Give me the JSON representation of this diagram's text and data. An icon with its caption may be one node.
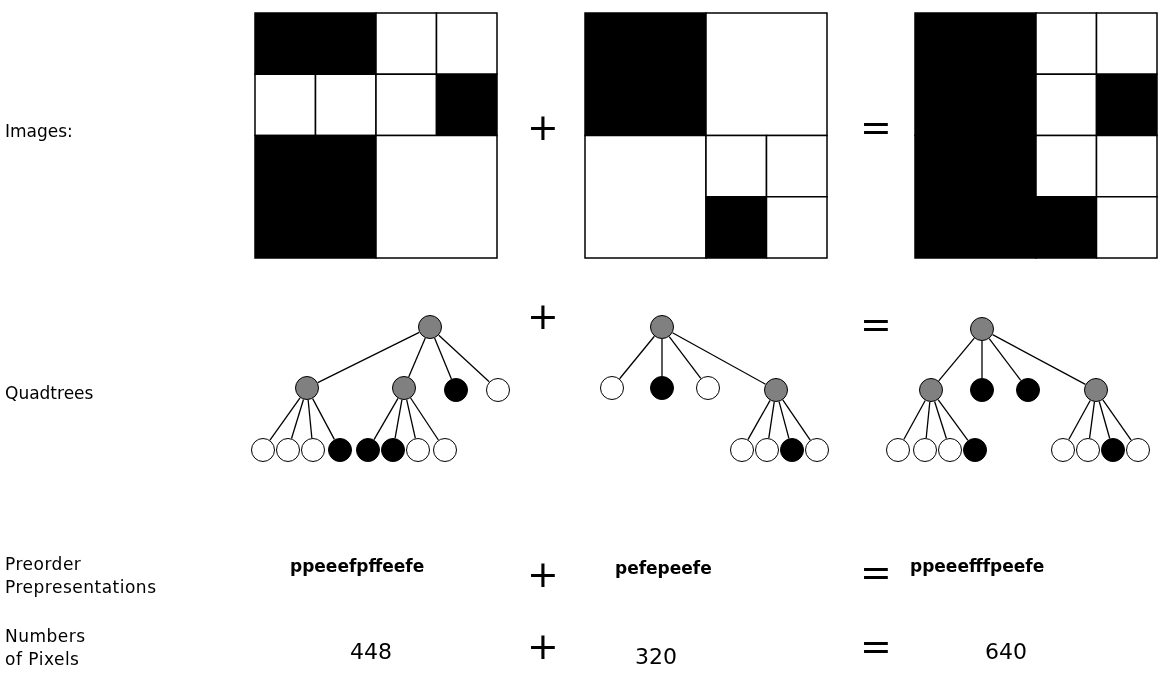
{
  "diagram": {
    "nodes": [
      {
        "text": [],
        "shape": "circle"
      },
      {
        "text": [],
        "shape": "circle"
      },
      {
        "text": [],
        "shape": "circle"
      },
      {
        "text": [],
        "shape": "circle"
      },
      {
        "text": [],
        "shape": "circle"
      },
      {
        "text": [],
        "shape": "circle"
      },
      {
        "text": [],
        "shape": "circle"
      },
      {
        "text": [],
        "shape": "circle"
      },
      {
        "text": [],
        "shape": "circle"
      },
      {
        "text": [],
        "shape": "circle"
      },
      {
        "text": [],
        "shape": "circle"
      },
      {
        "text": [],
        "shape": "circle"
      },
      {
        "text": [],
        "shape": "circle"
      },
      {
        "text": [],
        "shape": "circle"
      },
      {
        "text": [],
        "shape": "circle"
      },
      {
        "text": [],
        "shape": "circle"
      },
      {
        "text": [],
        "shape": "circle"
      },
      {
        "text": [],
        "shape": "circle"
      },
      {
        "text": [],
        "shape": "circle"
      },
      {
        "text": [],
        "shape": "circle"
      },
      {
        "text": [],
        "shape": "circle"
      },
      {
        "text": [],
        "shape": "circle"
      },
      {
        "text": [],
        "shape": "circle"
      },
      {
        "text": [],
        "shape": "circle"
      },
      {
        "text": [],
        "shape": "circle"
      },
      {
        "text": [],
        "shape": "circle"
      },
      {
        "text": [],
        "shape": "circle"
      },
      {
        "text": [],
        "shape": "circle"
      },
      {
        "text": [],
        "shape": "circle"
      },
      {
        "text": [],
        "shape": "circle"
      },
      {
        "text": [],
        "shape": "circle"
      },
      {
        "text": [],
        "shape": "circle"
      },
      {
        "text": [],
        "shape": "circle"
      },
      {
        "text": [],
        "shape": "circle"
      },
      {
        "text": [],
        "shape": "circle"
      }
    ],
    "edges": [
      {
        "from": 0,
        "to": 1,
        "arrow": "none"
      },
      {
        "from": 0,
        "to": 2,
        "arrow": "none"
      },
      {
        "from": 0,
        "to": 3,
        "arrow": "none"
      },
      {
        "from": 0,
        "to": 4,
        "arrow": "none"
      },
      {
        "from": 1,
        "to": 5,
        "arrow": "none"
      },
      {
        "from": 1,
        "to": 6,
        "arrow": "none"
      },
      {
        "from": 1,
        "to": 7,
        "arrow": "none"
      },
      {
        "from": 1,
        "to": 8,
        "arrow": "none"
      },
      {
        "from": 2,
        "to": 9,
        "arrow": "none"
      },
      {
        "from": 2,
        "to": 10,
        "arrow": "none"
      },
      {
        "from": 2,
        "to": 11,
        "arrow": "none"
      },
      {
        "from": 2,
        "to": 12,
        "arrow": "none"
      },
      {
        "from": 13,
        "to": 14,
        "arrow": "none"
      },
      {
        "from": 13,
        "to": 15,
        "arrow": "none"
      },
      {
        "from": 13,
        "to": 16,
        "arrow": "none"
      },
      {
        "from": 13,
        "to": 17,
        "arrow": "none"
      },
      {
        "from": 17,
        "to": 18,
        "arrow": "none"
      },
      {
        "from": 17,
        "to": 19,
        "arrow": "none"
      },
      {
        "from": 17,
        "to": 20,
        "arrow": "none"
      },
      {
        "from": 17,
        "to": 21,
        "arrow": "none"
      },
      {
        "from": 22,
        "to": 23,
        "arrow": "none"
      },
      {
        "from": 22,
        "to": 24,
        "arrow": "none"
      },
      {
        "from": 22,
        "to": 25,
        "arrow": "none"
      },
      {
        "from": 22,
        "to": 26,
        "arrow": "none"
      },
      {
        "from": 23,
        "to": 27,
        "arrow": "none"
      },
      {
        "from": 23,
        "to": 28,
        "arrow": "none"
      },
      {
        "from": 23,
        "to": 29,
        "arrow": "none"
      },
      {
        "from": 23,
        "to": 30,
        "arrow": "none"
      },
      {
        "from": 26,
        "to": 31,
        "arrow": "none"
      },
      {
        "from": 26,
        "to": 32,
        "arrow": "none"
      },
      {
        "from": 26,
        "to": 33,
        "arrow": "none"
      },
      {
        "from": 26,
        "to": 34,
        "arrow": "none"
      }
    ],
    "labels": [
      "Images:",
      "+",
      "=",
      "Quadtrees",
      "+",
      "=",
      "Preorder Prepresentations",
      "ppeeefpffeefe",
      "+",
      "pefepeefe",
      "=",
      "ppeeefffpeefe",
      "Numbers of Pixels",
      "448",
      "+",
      "320",
      "=",
      "640"
    ]
  }
}
